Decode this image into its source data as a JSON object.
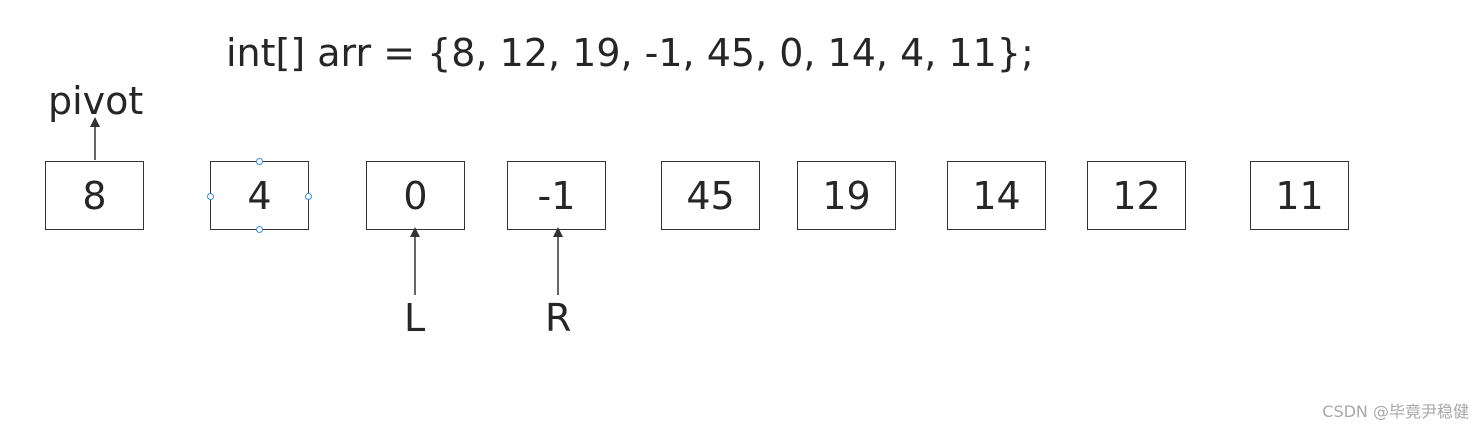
{
  "code": "int[] arr = {8, 12, 19, -1, 45, 0, 14, 4, 11};",
  "labels": {
    "pivot": "pivot",
    "left": "L",
    "right": "R"
  },
  "cells": [
    "8",
    "4",
    "0",
    "-1",
    "45",
    "19",
    "14",
    "12",
    "11"
  ],
  "watermark": "CSDN @毕竟尹稳健",
  "colors": {
    "border": "#333333",
    "text": "#262626",
    "selection_handle": "#3c8fe0",
    "watermark": "#a8a8a8"
  }
}
